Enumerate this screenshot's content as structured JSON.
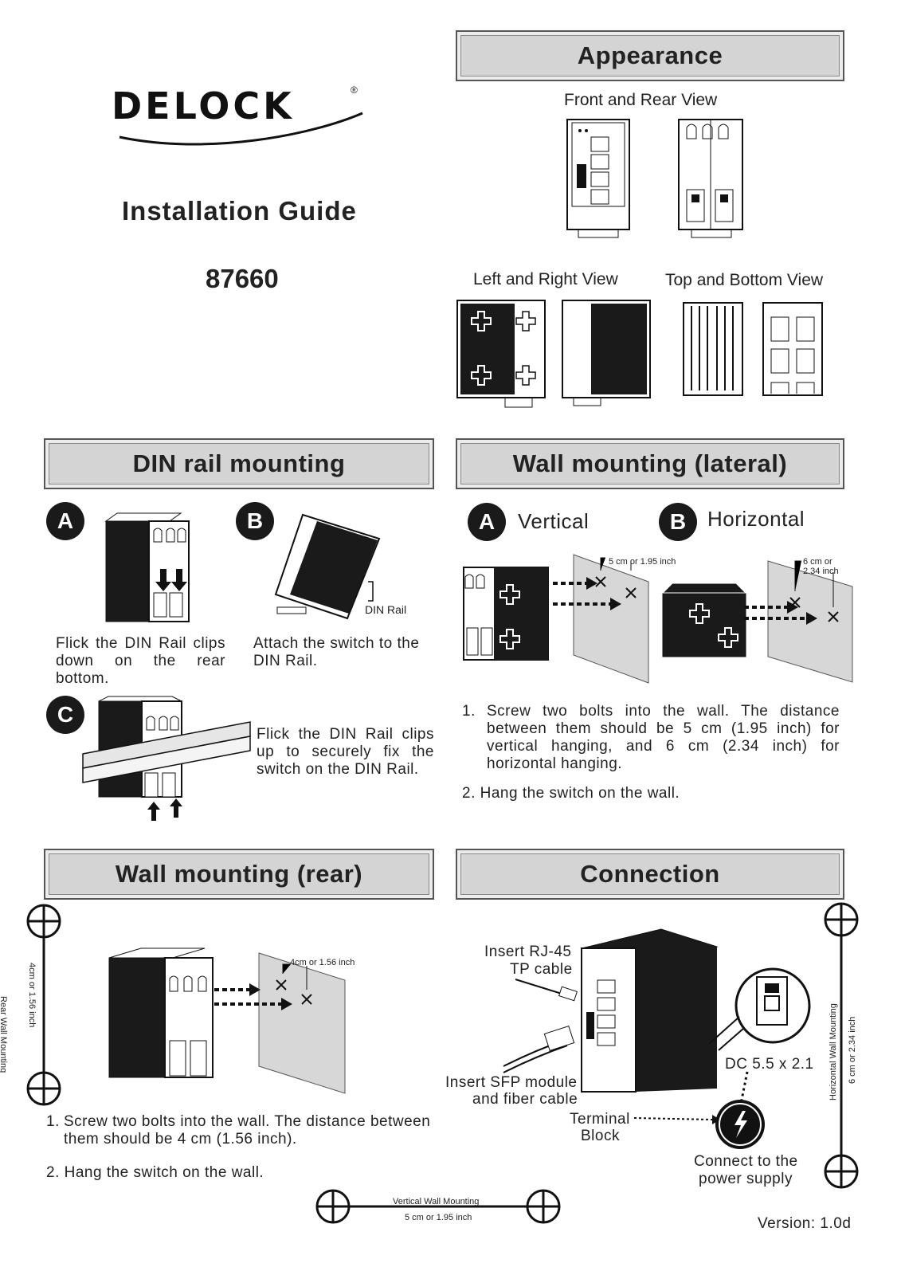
{
  "brand": {
    "logo_text": "DELOCK",
    "registered": "®"
  },
  "title": "Installation Guide",
  "model": "87660",
  "appearance": {
    "heading": "Appearance",
    "front_rear": "Front and Rear View",
    "left_right": "Left and Right View",
    "top_bottom": "Top and Bottom View"
  },
  "din": {
    "heading": "DIN rail mounting",
    "step_a": {
      "letter": "A",
      "text": "Flick the DIN Rail clips down on the rear bottom."
    },
    "step_b": {
      "letter": "B",
      "text": "Attach the switch to the DIN Rail.",
      "rail_label": "DIN Rail"
    },
    "step_c": {
      "letter": "C",
      "text": "Flick the DIN Rail clips up to securely fix the switch on the DIN Rail."
    }
  },
  "wall_lateral": {
    "heading": "Wall mounting (lateral)",
    "a_letter": "A",
    "a_label": "Vertical",
    "b_letter": "B",
    "b_label": "Horizontal",
    "dist_vertical": "5 cm or 1.95 inch",
    "dist_horizontal_1": "6 cm or",
    "dist_horizontal_2": "2.34 inch",
    "step1_num": "1.",
    "step1": "Screw two bolts into the wall. The distance between them should be 5 cm (1.95 inch) for vertical hanging, and 6 cm (2.34 inch) for horizontal hanging.",
    "step2": "2.  Hang the switch on the wall."
  },
  "wall_rear": {
    "heading": "Wall mounting (rear)",
    "dist": "4cm or 1.56 inch",
    "side_label_1": "Rear Wall Mounting",
    "side_label_2": "4cm or 1.56 inch",
    "step1_num": "1.",
    "step1": "Screw two bolts into the wall. The distance between them should be 4 cm (1.56 inch).",
    "step2": "2. Hang the switch on the wall."
  },
  "connection": {
    "heading": "Connection",
    "rj45_1": "Insert RJ-45",
    "rj45_2": "TP cable",
    "sfp_1": "Insert SFP module",
    "sfp_2": "and fiber cable",
    "dc": "DC 5.5 x 2.1",
    "terminal_1": "Terminal",
    "terminal_2": "Block",
    "power_1": "Connect to the",
    "power_2": "power supply",
    "side_label_1": "Horizontal Wall Mounting",
    "side_label_2": "6 cm or 2.34 inch"
  },
  "bottom_scale": {
    "label": "Vertical Wall Mounting",
    "dist": "5 cm or 1.95 inch"
  },
  "version": "Version: 1.0d"
}
